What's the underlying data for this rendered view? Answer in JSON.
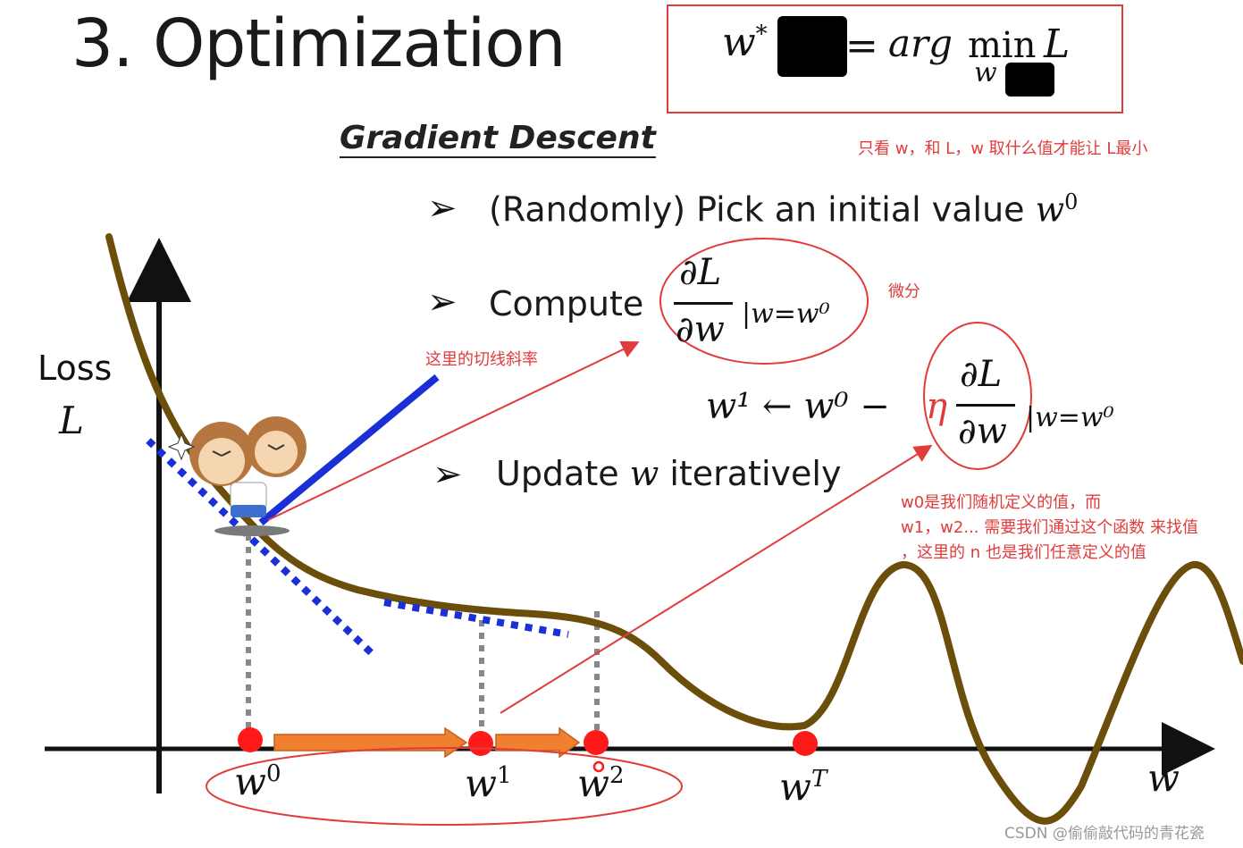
{
  "slide": {
    "title": "3. Optimization",
    "subtitle": "Gradient Descent"
  },
  "formula": {
    "lhs": "w",
    "lhs_sup": "*",
    "eq": "=",
    "arg": "arg",
    "min": "min",
    "min_sub": "w",
    "L": "L"
  },
  "bullets": [
    {
      "text": "(Randomly) Pick an initial value ",
      "var": "w",
      "sup": "0"
    },
    {
      "text": "Compute"
    },
    {
      "text": "Update ",
      "var": "w",
      "tail": " iteratively"
    }
  ],
  "derivative": {
    "num": "∂L",
    "den": "∂w",
    "eval": "|w=w⁰"
  },
  "update_rule": {
    "lhs": "w¹ ← w⁰ −",
    "eta": "η",
    "num": "∂L",
    "den": "∂w",
    "eval": "|w=w⁰"
  },
  "axes": {
    "y_label_1": "Loss",
    "y_label_2": "L",
    "x_label": "w"
  },
  "points": [
    {
      "label": "w",
      "sup": "0"
    },
    {
      "label": "w",
      "sup": "1"
    },
    {
      "label": "w",
      "sup": "2"
    },
    {
      "label": "w",
      "sup": "T"
    }
  ],
  "annotations": {
    "note_top": "只看 w，和 L，w 取什么值才能让 L最小",
    "note_diff": "微分",
    "note_tangent": "这里的切线斜率",
    "note_w_line1": "w0是我们随机定义的值，而",
    "note_w_line2": "w1，w2... 需要我们通过这个函数 来找值",
    "note_w_line3": "，这里的 n 也是我们任意定义的值"
  },
  "watermark": "CSDN @偷偷敲代码的青花瓷",
  "colors": {
    "curve": "#6b4e0a",
    "tangent_solid": "#1a2fd6",
    "tangent_dotted": "#1a2fd6",
    "point": "#ff1a1a",
    "step_arrow": "#f08030",
    "annotation": "#e23b3b",
    "dotted_guide": "#888888"
  }
}
